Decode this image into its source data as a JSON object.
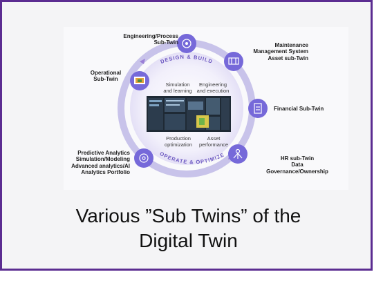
{
  "diagram": {
    "nodes": [
      {
        "id": "engineering",
        "label": "Engineering/Process\nSub-Twin",
        "icon": "gear-hand-icon"
      },
      {
        "id": "maintenance",
        "label": "Maintenance\nManagement System\nAsset sub-Twin",
        "icon": "pipes-icon"
      },
      {
        "id": "financial",
        "label": "Financial Sub-Twin",
        "icon": "document-icon"
      },
      {
        "id": "hr",
        "label": "HR sub-Twin\nData Governance/Ownership",
        "icon": "people-network-icon"
      },
      {
        "id": "analytics",
        "label": "Predictive Analytics\nSimulation/Modeling\nAdvanced analytics/AI\nAnalytics  Portfolio",
        "icon": "analytics-gear-icon"
      },
      {
        "id": "operational",
        "label": "Operational\nSub-Twin",
        "icon": "monitor-icon"
      }
    ],
    "arc_top": "DESIGN & BUILD",
    "arc_bottom": "OPERATE & OPTIMIZE",
    "inner": {
      "top_left": "Simulation\nand learning",
      "top_right": "Engineering\nand execution",
      "bottom_left": "Production\noptimization",
      "bottom_right": "Asset\nperformance"
    },
    "colors": {
      "ring": "#c8c3ea",
      "node": "#7669d9",
      "arrow": "#9a7fd6",
      "arc_text": "#6a55c0",
      "border": "#5b2c91"
    }
  },
  "caption": {
    "line1": "Various ”Sub Twins” of the",
    "line2": "Digital Twin"
  }
}
